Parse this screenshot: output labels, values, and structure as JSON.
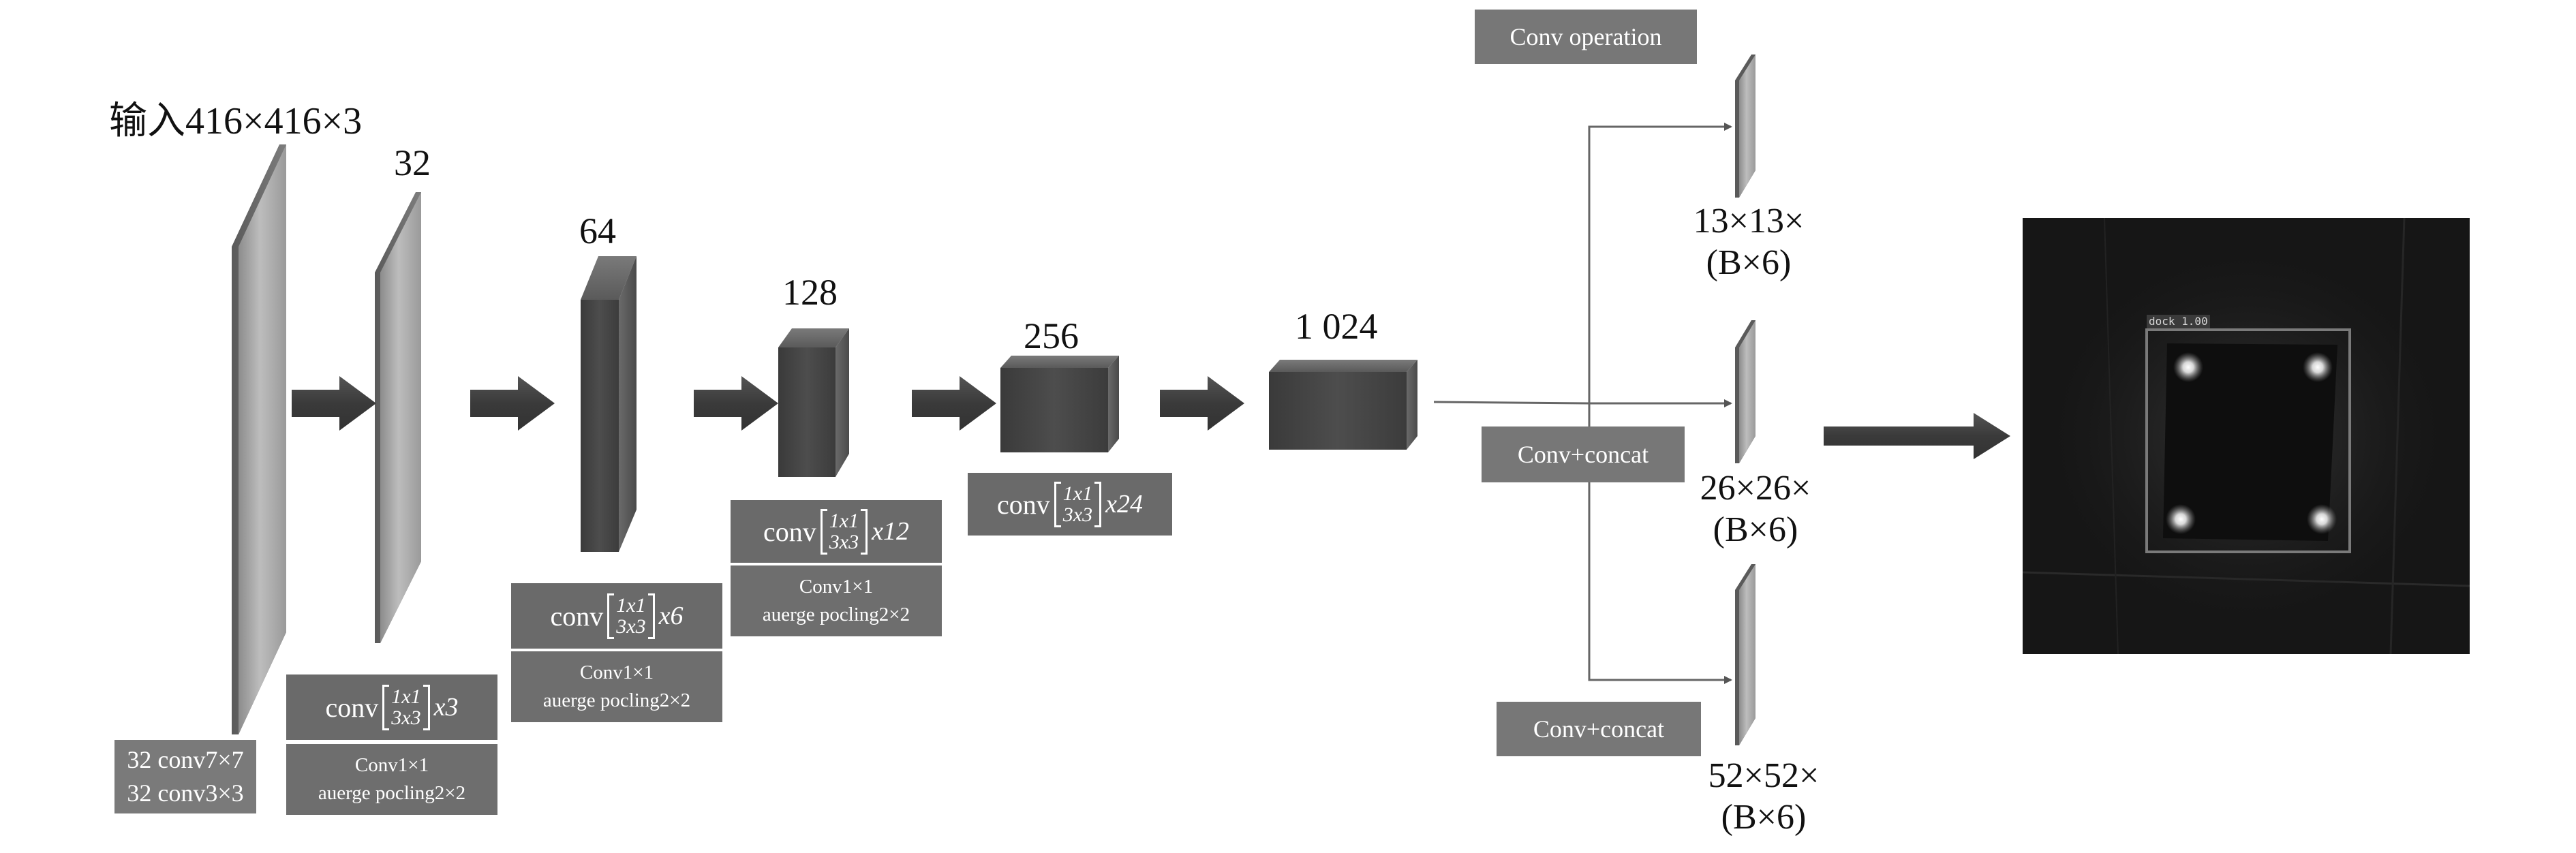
{
  "input_label": "输入416×416×3",
  "layers": {
    "c32": "32",
    "c64": "64",
    "c128": "128",
    "c256": "256",
    "c1024": "1 024"
  },
  "boxes": {
    "stem": {
      "line1": "32 conv7×7",
      "line2": "32 conv3×3"
    },
    "block1": {
      "conv": "conv",
      "m1": "1x1",
      "m2": "3x3",
      "rep": "x3",
      "t1": "Conv1×1",
      "t2": "auerge pocling2×2"
    },
    "block2": {
      "conv": "conv",
      "m1": "1x1",
      "m2": "3x3",
      "rep": "x6",
      "t1": "Conv1×1",
      "t2": "auerge pocling2×2"
    },
    "block3": {
      "conv": "conv",
      "m1": "1x1",
      "m2": "3x3",
      "rep": "x12",
      "t1": "Conv1×1",
      "t2": "auerge pocling2×2"
    },
    "block4": {
      "conv": "conv",
      "m1": "1x1",
      "m2": "3x3",
      "rep": "x24"
    }
  },
  "branch_labels": {
    "conv_operation": "Conv operation",
    "conv_concat_1": "Conv+concat",
    "conv_concat_2": "Conv+concat"
  },
  "outputs": {
    "o13": {
      "line1": "13×13×",
      "line2": "(B×6)"
    },
    "o26": {
      "line1": "26×26×",
      "line2": "(B×6)"
    },
    "o52": {
      "line1": "52×52×",
      "line2": "(B×6)"
    }
  },
  "detection": {
    "tag": "dock 1.00"
  },
  "colors": {
    "slab_light": "#a8a8a8",
    "block_dark": "#444444",
    "arrow": "#444444",
    "label_box": "#6e6e6e",
    "line": "#666666",
    "result_bg": "#1a1a1a"
  }
}
